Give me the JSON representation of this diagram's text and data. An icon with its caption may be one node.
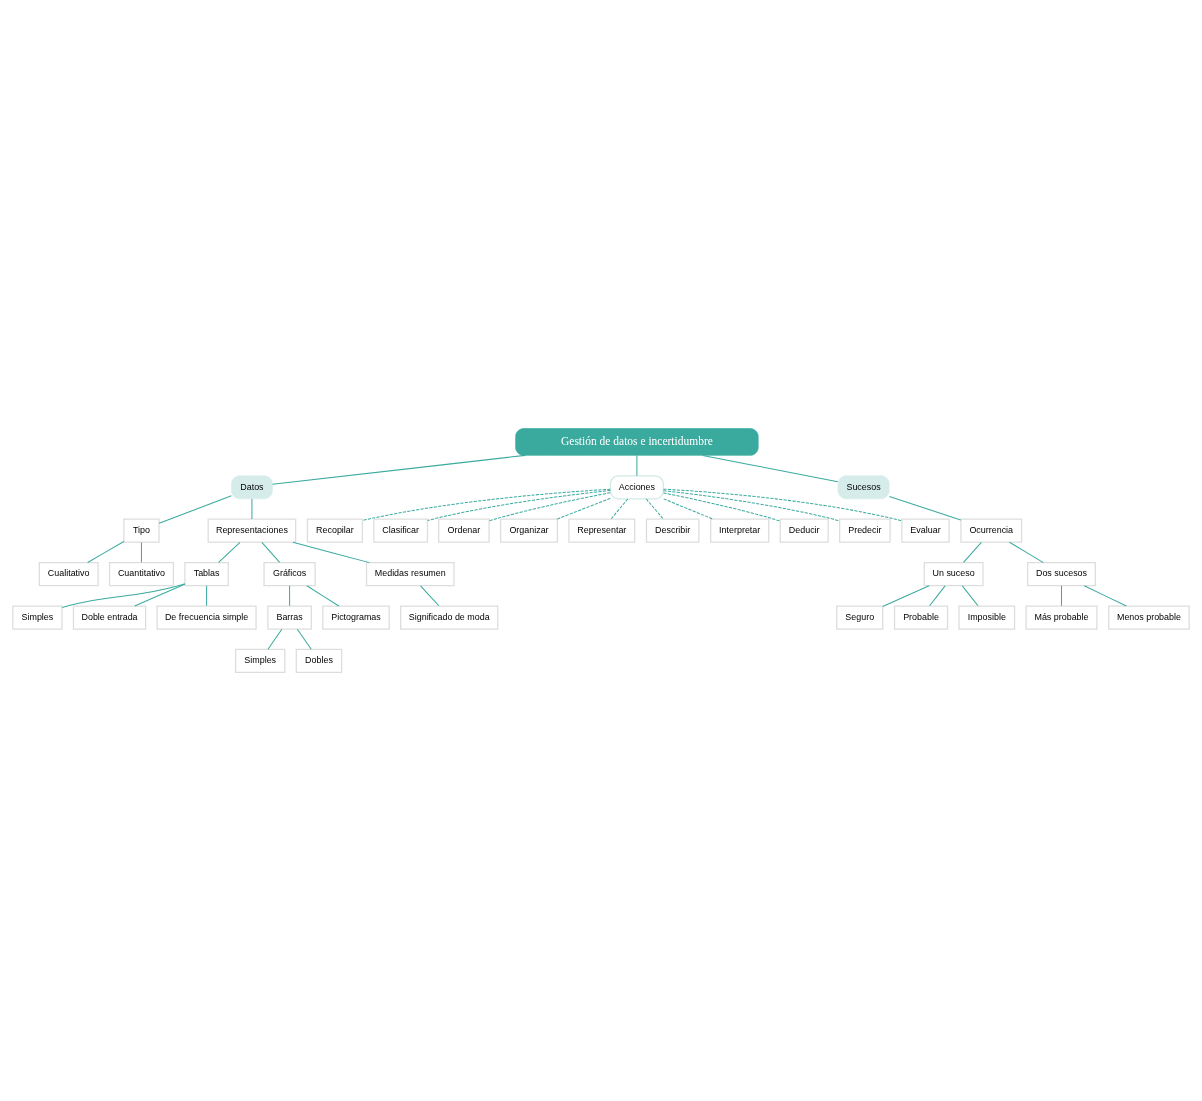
{
  "diagram": {
    "nodes": [
      {
        "text": [
          "Gestión de datos e incertidumbre"
        ]
      },
      {
        "text": [
          "Datos"
        ]
      },
      {
        "text": [
          "Tipo"
        ]
      },
      {
        "text": [
          "Representaciones"
        ]
      },
      {
        "text": [
          "Cualitativo"
        ]
      },
      {
        "text": [
          "Cuantitativo"
        ]
      },
      {
        "text": [
          "Tablas"
        ]
      },
      {
        "text": [
          "Gráficos"
        ]
      },
      {
        "text": [
          "Medidas resumen"
        ]
      },
      {
        "text": [
          "Simples"
        ]
      },
      {
        "text": [
          "Doble entrada"
        ]
      },
      {
        "text": [
          "De frecuencia simple"
        ]
      },
      {
        "text": [
          "Barras"
        ]
      },
      {
        "text": [
          "Simples"
        ]
      },
      {
        "text": [
          "Dobles"
        ]
      },
      {
        "text": [
          "Pictogramas"
        ]
      },
      {
        "text": [
          "Significado de moda"
        ]
      },
      {
        "text": [
          "Acciones"
        ]
      },
      {
        "text": [
          "Sucesos"
        ]
      },
      {
        "text": [
          "Ocurrencia"
        ]
      },
      {
        "text": [
          "Un suceso"
        ]
      },
      {
        "text": [
          "Dos sucesos"
        ]
      },
      {
        "text": [
          "Seguro"
        ]
      },
      {
        "text": [
          "Probable"
        ]
      },
      {
        "text": [
          "Imposible"
        ]
      },
      {
        "text": [
          "Más probable"
        ]
      },
      {
        "text": [
          "Menos probable"
        ]
      },
      {
        "text": [
          "Recopilar"
        ]
      },
      {
        "text": [
          "Clasificar"
        ]
      },
      {
        "text": [
          "Ordenar"
        ]
      },
      {
        "text": [
          "Organizar"
        ]
      },
      {
        "text": [
          "Representar"
        ]
      },
      {
        "text": [
          "Describir"
        ]
      },
      {
        "text": [
          "Interpretar"
        ]
      },
      {
        "text": [
          "Deducir"
        ]
      },
      {
        "text": [
          "Predecir"
        ]
      },
      {
        "text": [
          "Evaluar"
        ]
      }
    ],
    "edges": [
      {
        "from": 0,
        "to": 1,
        "arrow": "none"
      },
      {
        "from": 0,
        "to": 17,
        "arrow": "none"
      },
      {
        "from": 0,
        "to": 18,
        "arrow": "none"
      },
      {
        "from": 1,
        "to": 2,
        "arrow": "none"
      },
      {
        "from": 1,
        "to": 3,
        "arrow": "none"
      },
      {
        "from": 2,
        "to": 4,
        "arrow": "none"
      },
      {
        "from": 2,
        "to": 5,
        "arrow": "none"
      },
      {
        "from": 3,
        "to": 6,
        "arrow": "none"
      },
      {
        "from": 3,
        "to": 7,
        "arrow": "none"
      },
      {
        "from": 3,
        "to": 8,
        "arrow": "none"
      },
      {
        "from": 6,
        "to": 9,
        "arrow": "none"
      },
      {
        "from": 6,
        "to": 10,
        "arrow": "none"
      },
      {
        "from": 6,
        "to": 11,
        "arrow": "none"
      },
      {
        "from": 7,
        "to": 12,
        "arrow": "none"
      },
      {
        "from": 7,
        "to": 15,
        "arrow": "none"
      },
      {
        "from": 12,
        "to": 13,
        "arrow": "none"
      },
      {
        "from": 12,
        "to": 14,
        "arrow": "none"
      },
      {
        "from": 8,
        "to": 16,
        "arrow": "none"
      },
      {
        "from": 18,
        "to": 19,
        "arrow": "none"
      },
      {
        "from": 19,
        "to": 20,
        "arrow": "none"
      },
      {
        "from": 19,
        "to": 21,
        "arrow": "none"
      },
      {
        "from": 20,
        "to": 22,
        "arrow": "none"
      },
      {
        "from": 20,
        "to": 23,
        "arrow": "none"
      },
      {
        "from": 20,
        "to": 24,
        "arrow": "none"
      },
      {
        "from": 21,
        "to": 25,
        "arrow": "none"
      },
      {
        "from": 21,
        "to": 26,
        "arrow": "none"
      },
      {
        "from": 17,
        "to": 27,
        "arrow": "none",
        "style": "dashed"
      },
      {
        "from": 17,
        "to": 28,
        "arrow": "none",
        "style": "dashed"
      },
      {
        "from": 17,
        "to": 29,
        "arrow": "none",
        "style": "dashed"
      },
      {
        "from": 17,
        "to": 30,
        "arrow": "none",
        "style": "dashed"
      },
      {
        "from": 17,
        "to": 31,
        "arrow": "none",
        "style": "dashed"
      },
      {
        "from": 17,
        "to": 32,
        "arrow": "none",
        "style": "dashed"
      },
      {
        "from": 17,
        "to": 33,
        "arrow": "none",
        "style": "dashed"
      },
      {
        "from": 17,
        "to": 34,
        "arrow": "none",
        "style": "dashed"
      },
      {
        "from": 17,
        "to": 35,
        "arrow": "none",
        "style": "dashed"
      },
      {
        "from": 17,
        "to": 36,
        "arrow": "none",
        "style": "dashed"
      }
    ]
  }
}
